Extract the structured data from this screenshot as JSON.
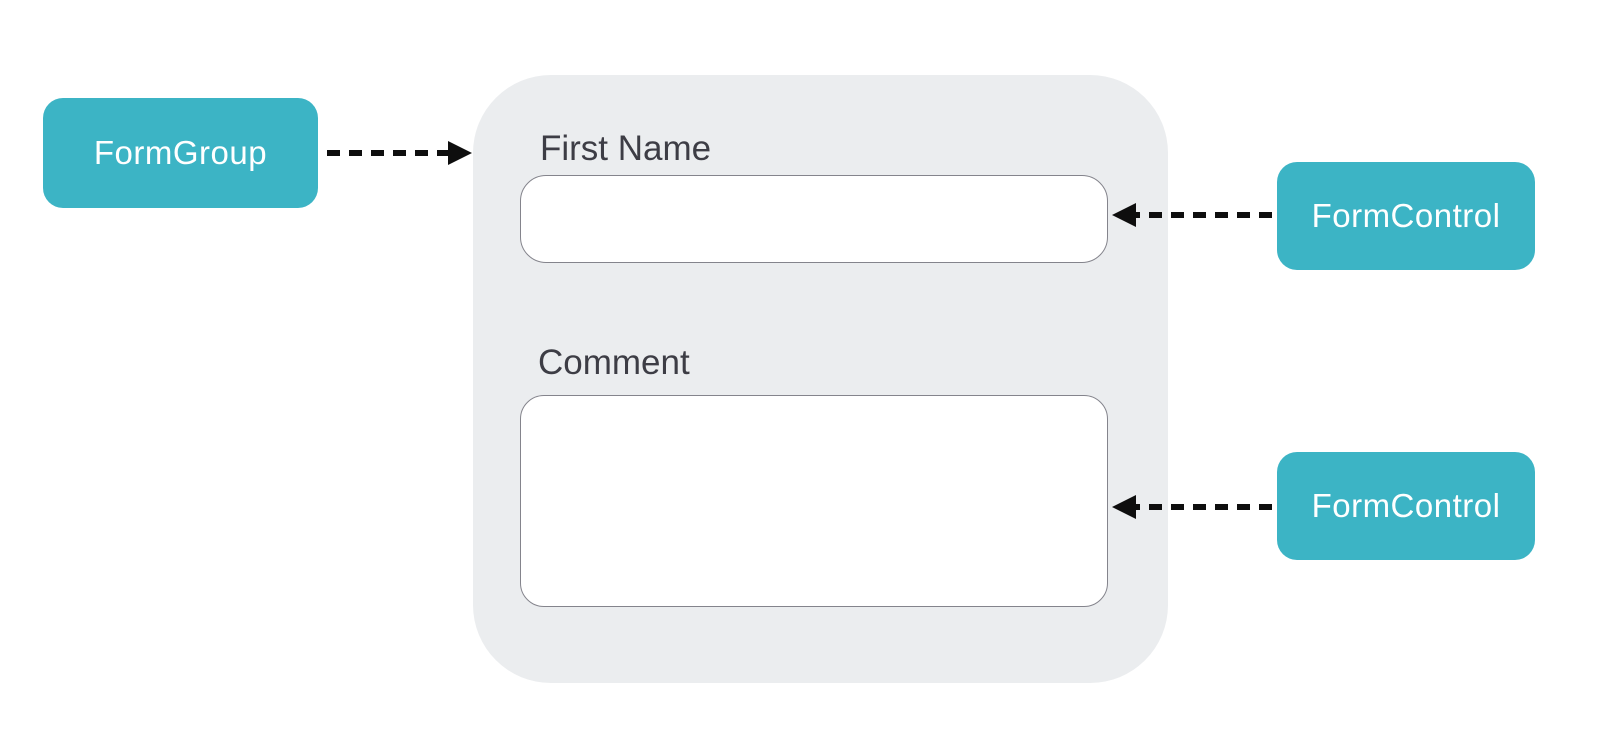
{
  "diagram": {
    "badges": {
      "form_group": {
        "label": "FormGroup"
      },
      "form_control_first_name": {
        "label": "FormControl"
      },
      "form_control_comment": {
        "label": "FormControl"
      }
    },
    "form": {
      "first_name": {
        "label": "First Name",
        "value": ""
      },
      "comment": {
        "label": "Comment",
        "value": ""
      }
    }
  },
  "colors": {
    "accent_teal": "#3cb4c5",
    "panel_gray": "#ebedef",
    "arrow_black": "#0e0e0e",
    "field_border_gray": "#84848c",
    "label_text": "#3d3d45",
    "background": "#ffffff"
  }
}
